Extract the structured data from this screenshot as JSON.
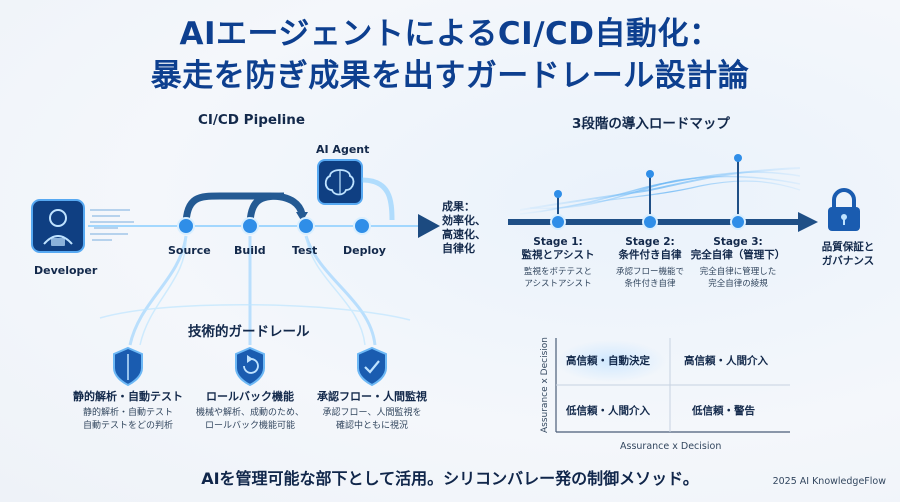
{
  "title": {
    "line1": "AIエージェントによるCI/CD自動化：",
    "line2": "暴走を防ぎ成果を出すガードレール設計論"
  },
  "pipeline": {
    "heading": "CI/CD Pipeline",
    "developer_label": "Developer",
    "agent_label": "AI Agent",
    "stages": [
      "Source",
      "Build",
      "Test",
      "Deploy"
    ],
    "result_lines": [
      "成果：",
      "効率化、",
      "高速化、",
      "自律化"
    ]
  },
  "guardrails": {
    "heading": "技術的ガードレール",
    "items": [
      {
        "title": "静的解析・自動テスト",
        "desc": [
          "静的解析・自動テスト",
          "自動テストをどの判析"
        ],
        "icon": "shield-icon"
      },
      {
        "title": "ロールバック機能",
        "desc": [
          "機械や解析、成動のため、",
          "ロールバック機能可能"
        ],
        "icon": "rollback-shield-icon"
      },
      {
        "title": "承認フロー・人間監視",
        "desc": [
          "承認フロー、人間監視を",
          "確認中ともに視況"
        ],
        "icon": "check-shield-icon"
      }
    ]
  },
  "roadmap": {
    "heading": "3段階の導入ロードマップ",
    "stages": [
      {
        "title": "Stage 1:",
        "subtitle": "監視とアシスト",
        "desc": [
          "監視をボテテスと",
          "アシストアシスト"
        ]
      },
      {
        "title": "Stage 2:",
        "subtitle": "条件付き自律",
        "desc": [
          "承認フロー機能で",
          "条件付き自律"
        ]
      },
      {
        "title": "Stage 3:",
        "subtitle": "完全自律（管理下）",
        "desc": [
          "完全自律に管理した",
          "完全自律の綾規"
        ]
      }
    ],
    "goal_lines": [
      "品質保証と",
      "ガバナンス"
    ],
    "goal_icon": "lock-icon"
  },
  "matrix": {
    "x_label": "Assurance x Decision",
    "y_label": "Assurance x Decision",
    "quadrants": {
      "top_left": "高信頼・自動決定",
      "top_right": "高信頼・人間介入",
      "bottom_left": "低信頼・人間介入",
      "bottom_right": "低信頼・警告"
    }
  },
  "footer": {
    "tagline": "AIを管理可能な部下として活用。シリコンバレー発の制御メソッド。",
    "credit": "2025 AI KnowledgeFlow"
  },
  "colors": {
    "title_blue": "#0d3f8f",
    "pipe_dark": "#1f4f86",
    "glow": "#7cc8ff",
    "accent": "#2f8ee8"
  }
}
